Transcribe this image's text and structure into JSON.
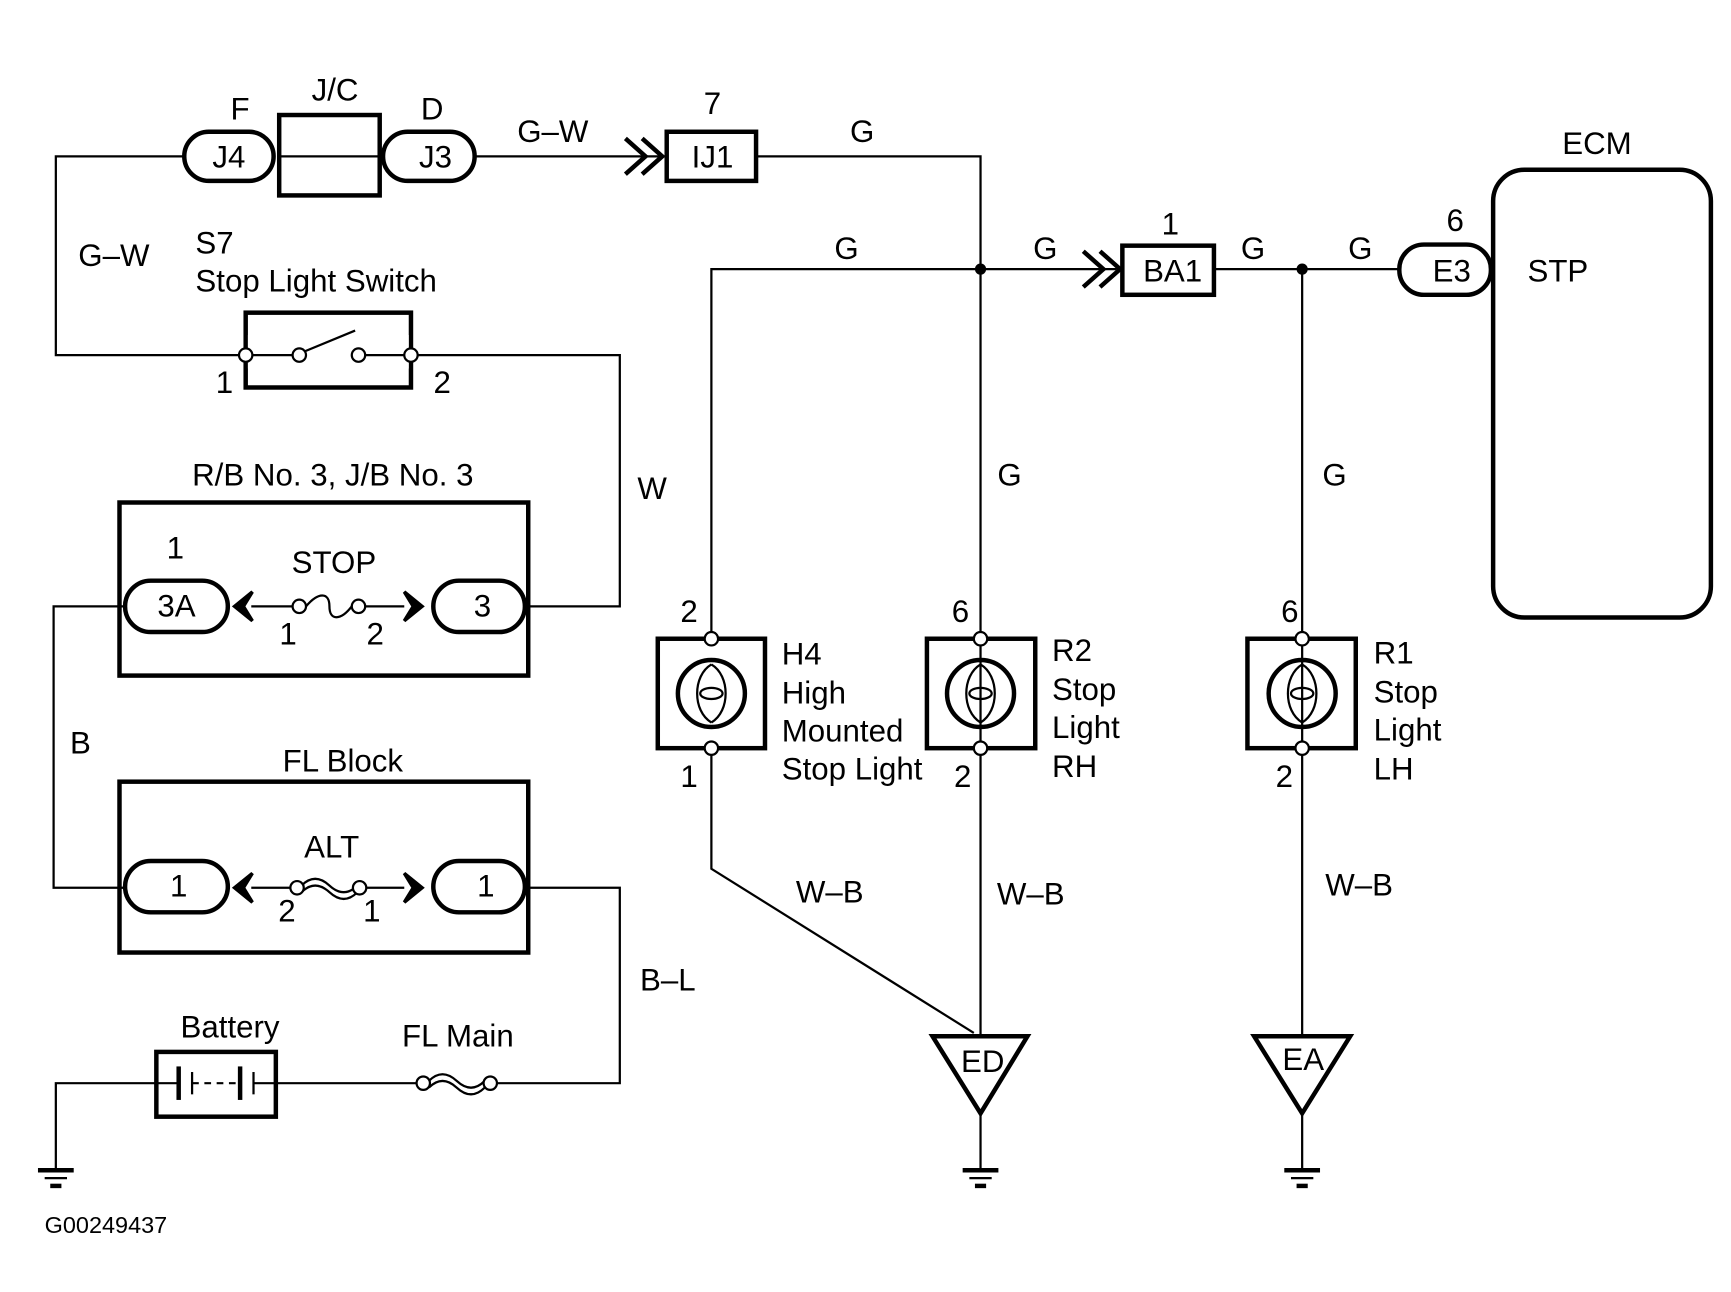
{
  "diagram_id": "G00249437",
  "connectors": {
    "j4": {
      "code": "J4",
      "pin": "F"
    },
    "jc": {
      "label": "J/C"
    },
    "j3": {
      "code": "J3",
      "pin": "D"
    },
    "ij1": {
      "code": "IJ1",
      "pin": "7"
    },
    "ba1": {
      "code": "BA1",
      "pin": "1"
    },
    "e3": {
      "code": "E3",
      "pin": "6"
    }
  },
  "ecm": {
    "title": "ECM",
    "terminal": "STP"
  },
  "switch": {
    "code": "S7",
    "name": "Stop Light Switch",
    "pin1": "1",
    "pin2": "2"
  },
  "rb_block": {
    "title": "R/B No. 3, J/B No. 3",
    "fuse": "STOP",
    "left_connector": "3A",
    "left_pin": "1",
    "right_connector": "3",
    "fuse_pin1": "1",
    "fuse_pin2": "2"
  },
  "fl_block": {
    "title": "FL Block",
    "fuse": "ALT",
    "left_connector": "1",
    "right_connector": "1",
    "fuse_pin_left": "2",
    "fuse_pin_right": "1"
  },
  "battery": {
    "label": "Battery"
  },
  "fl_main": {
    "label": "FL Main"
  },
  "wire_colors": {
    "gw_top": "G–W",
    "gw_left": "G–W",
    "g_ij1": "G",
    "g_h4": "G",
    "g_ba1_in": "G",
    "g_ba1_out": "G",
    "g_e3": "G",
    "w": "W",
    "b": "B",
    "bl": "B–L",
    "g_r2": "G",
    "g_r1": "G",
    "wb_h4": "W–B",
    "wb_r2": "W–B",
    "wb_r1": "W–B"
  },
  "lamps": [
    {
      "code": "H4",
      "lines": [
        "High",
        "Mounted",
        "Stop Light"
      ],
      "pin_top": "2",
      "pin_bottom": "1"
    },
    {
      "code": "R2",
      "lines": [
        "Stop",
        "Light",
        "RH"
      ],
      "pin_top": "6",
      "pin_bottom": "2"
    },
    {
      "code": "R1",
      "lines": [
        "Stop",
        "Light",
        "LH"
      ],
      "pin_top": "6",
      "pin_bottom": "2"
    }
  ],
  "grounds": {
    "ed": "ED",
    "ea": "EA"
  }
}
